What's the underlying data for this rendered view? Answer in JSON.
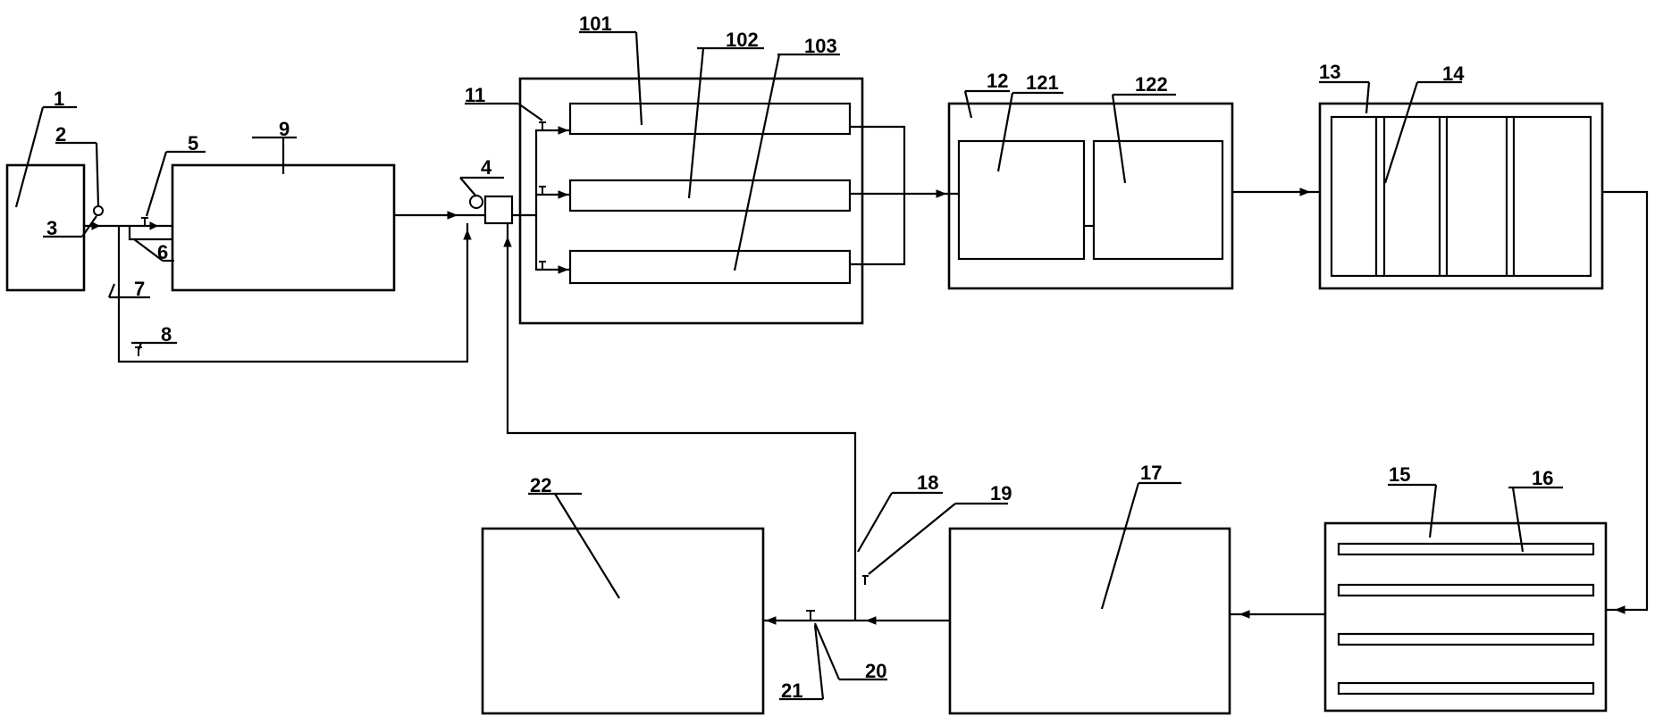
{
  "labels": {
    "l1": "1",
    "l2": "2",
    "l3": "3",
    "l4": "4",
    "l5": "5",
    "l6": "6",
    "l7": "7",
    "l8": "8",
    "l9": "9",
    "l11": "11",
    "l12": "12",
    "l13": "13",
    "l14": "14",
    "l15": "15",
    "l16": "16",
    "l17": "17",
    "l18": "18",
    "l19": "19",
    "l20": "20",
    "l21": "21",
    "l22": "22",
    "l101": "101",
    "l102": "102",
    "l103": "103",
    "l121": "121",
    "l122": "122"
  }
}
